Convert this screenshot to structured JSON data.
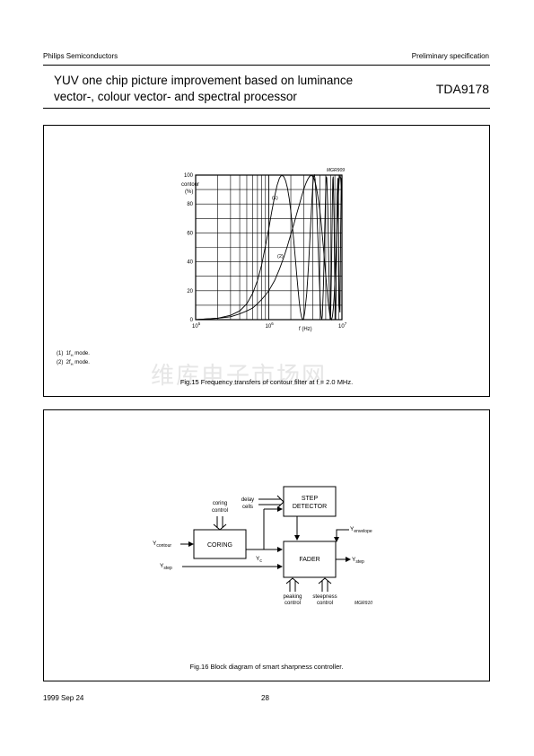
{
  "header": {
    "company": "Philips Semiconductors",
    "doc_status": "Preliminary specification",
    "title_line1": "YUV one chip picture improvement based on luminance",
    "title_line2": "vector-, colour vector- and spectral processor",
    "part_number": "TDA9178"
  },
  "fig15": {
    "code": "MGR909",
    "caption": "Fig.15  Frequency transfers of contour filter at f = 2.0 MHz.",
    "notes": [
      "(1)  1f_H mode.",
      "(2)  2f_H mode."
    ],
    "chart_data": {
      "type": "line",
      "xscale": "log",
      "xlim": [
        100000,
        10000000
      ],
      "ylim": [
        0,
        100
      ],
      "xlabel": "f (Hz)",
      "ylabel": "contour (%)",
      "ylabel_line1": "contour",
      "ylabel_line2": "(%)",
      "x_ticks": [
        {
          "base": "10",
          "exp": "5"
        },
        {
          "base": "10",
          "exp": "6"
        },
        {
          "base": "10",
          "exp": "7"
        }
      ],
      "y_ticks": [
        "0",
        "20",
        "40",
        "60",
        "80",
        "100"
      ],
      "grid": true,
      "series": [
        {
          "label": "(1)",
          "points": [
            [
              100000,
              0
            ],
            [
              200000,
              1
            ],
            [
              300000,
              3
            ],
            [
              400000,
              6
            ],
            [
              500000,
              11
            ],
            [
              600000,
              18
            ],
            [
              700000,
              27
            ],
            [
              800000,
              38
            ],
            [
              900000,
              51
            ],
            [
              1000000,
              63
            ],
            [
              1100000,
              75
            ],
            [
              1200000,
              85
            ],
            [
              1300000,
              93
            ],
            [
              1400000,
              98
            ],
            [
              1500000,
              100
            ],
            [
              1600000,
              99
            ],
            [
              1700000,
              96
            ],
            [
              1800000,
              91
            ],
            [
              1900000,
              84
            ],
            [
              2000000,
              75
            ],
            [
              2100000,
              65
            ],
            [
              2200000,
              54
            ],
            [
              2300000,
              43
            ],
            [
              2400000,
              32
            ],
            [
              2500000,
              22
            ],
            [
              2600000,
              13
            ],
            [
              2700000,
              6
            ],
            [
              2800000,
              2
            ],
            [
              2900000,
              0
            ],
            [
              3000000,
              1
            ],
            [
              3100000,
              5
            ],
            [
              3300000,
              18
            ],
            [
              3500000,
              38
            ],
            [
              3700000,
              62
            ],
            [
              3900000,
              84
            ],
            [
              4000000,
              93
            ],
            [
              4100000,
              99
            ],
            [
              4200000,
              100
            ],
            [
              4300000,
              97
            ],
            [
              4500000,
              80
            ],
            [
              4700000,
              55
            ],
            [
              4900000,
              28
            ],
            [
              5100000,
              8
            ],
            [
              5200000,
              2
            ],
            [
              5300000,
              0
            ],
            [
              5400000,
              3
            ],
            [
              5600000,
              25
            ],
            [
              5800000,
              60
            ],
            [
              6000000,
              90
            ],
            [
              6100000,
              99
            ],
            [
              6200000,
              98
            ],
            [
              6400000,
              78
            ],
            [
              6600000,
              40
            ],
            [
              6800000,
              8
            ],
            [
              6900000,
              0
            ],
            [
              7000000,
              2
            ],
            [
              7200000,
              35
            ],
            [
              7400000,
              80
            ],
            [
              7500000,
              97
            ],
            [
              7600000,
              99
            ],
            [
              7800000,
              70
            ],
            [
              8000000,
              20
            ],
            [
              8200000,
              0
            ],
            [
              8400000,
              30
            ],
            [
              8600000,
              85
            ],
            [
              8800000,
              98
            ],
            [
              9000000,
              60
            ],
            [
              9200000,
              10
            ],
            [
              9400000,
              5
            ],
            [
              9600000,
              60
            ],
            [
              9800000,
              98
            ],
            [
              10000000,
              80
            ]
          ]
        },
        {
          "label": "(2)",
          "points": [
            [
              100000,
              0
            ],
            [
              200000,
              1
            ],
            [
              300000,
              2
            ],
            [
              400000,
              4
            ],
            [
              500000,
              6
            ],
            [
              600000,
              8
            ],
            [
              700000,
              11
            ],
            [
              800000,
              14
            ],
            [
              900000,
              17
            ],
            [
              1000000,
              20
            ],
            [
              1200000,
              27
            ],
            [
              1400000,
              35
            ],
            [
              1600000,
              43
            ],
            [
              1800000,
              51
            ],
            [
              2000000,
              59
            ],
            [
              2200000,
              66
            ],
            [
              2400000,
              73
            ],
            [
              2600000,
              79
            ],
            [
              2800000,
              85
            ],
            [
              3000000,
              90
            ],
            [
              3200000,
              94
            ],
            [
              3400000,
              97
            ],
            [
              3600000,
              99
            ],
            [
              3800000,
              100
            ],
            [
              4000000,
              99
            ],
            [
              4200000,
              97
            ],
            [
              4400000,
              93
            ],
            [
              4600000,
              88
            ],
            [
              4800000,
              82
            ],
            [
              5000000,
              75
            ],
            [
              5200000,
              67
            ],
            [
              5400000,
              58
            ],
            [
              5600000,
              49
            ],
            [
              5800000,
              40
            ],
            [
              6000000,
              31
            ],
            [
              6200000,
              23
            ],
            [
              6400000,
              15
            ],
            [
              6600000,
              9
            ],
            [
              6800000,
              4
            ],
            [
              7000000,
              1
            ],
            [
              7200000,
              0
            ],
            [
              7400000,
              2
            ],
            [
              7600000,
              7
            ],
            [
              7800000,
              15
            ],
            [
              8000000,
              26
            ],
            [
              8200000,
              39
            ],
            [
              8400000,
              53
            ],
            [
              8600000,
              67
            ],
            [
              8800000,
              80
            ],
            [
              9000000,
              90
            ],
            [
              9200000,
              97
            ],
            [
              9400000,
              100
            ],
            [
              9600000,
              98
            ],
            [
              9800000,
              92
            ],
            [
              10000000,
              83
            ]
          ]
        }
      ]
    }
  },
  "fig16": {
    "code": "MGR910",
    "caption": "Fig.16  Block diagram of smart sharpness controller.",
    "blocks": {
      "coring": "CORING",
      "step_line1": "STEP",
      "step_line2": "DETECTOR",
      "fader": "FADER"
    },
    "labels": {
      "coring_control_1": "coring",
      "coring_control_2": "control",
      "delay_cells_1": "delay",
      "delay_cells_2": "cells",
      "y_contour": "Y",
      "y_contour_sub": "contour",
      "y_step_in": "Y",
      "y_step_in_sub": "step",
      "y_c": "Y",
      "y_c_sub": "c",
      "y_envelope": "Y",
      "y_envelope_sub": "envelope",
      "y_step_out": "Y",
      "y_step_out_sub": "step",
      "peaking_1": "peaking",
      "peaking_2": "control",
      "steepness_1": "steepness",
      "steepness_2": "control"
    }
  },
  "watermark": "维库电子市场网",
  "footer": {
    "date": "1999 Sep 24",
    "page": "28"
  }
}
